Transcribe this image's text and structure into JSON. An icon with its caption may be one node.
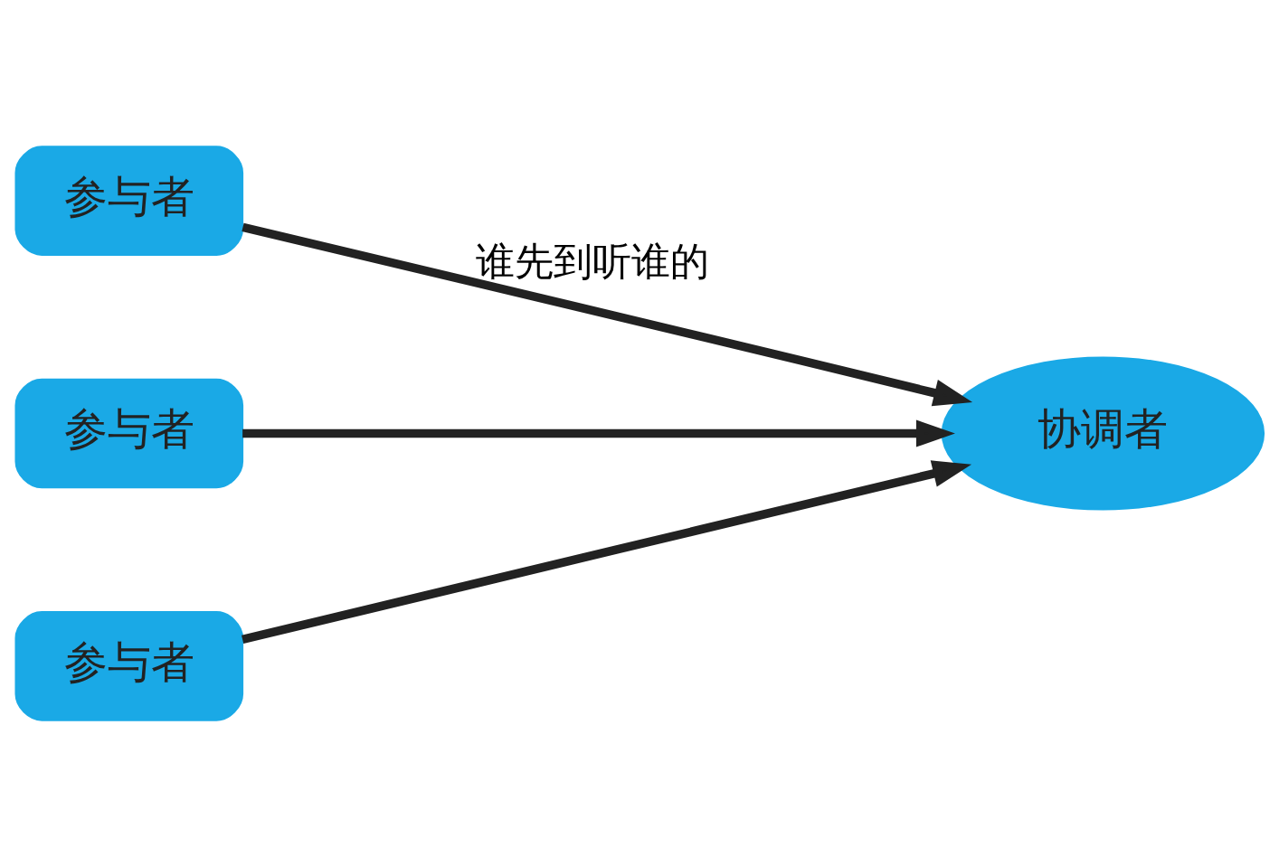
{
  "diagram": {
    "nodes": [
      {
        "text": [
          "参与者"
        ]
      },
      {
        "text": [
          "参与者"
        ]
      },
      {
        "text": [
          "参与者"
        ]
      },
      {
        "text": [
          "协调者"
        ]
      }
    ],
    "edges": [
      {
        "from": 0,
        "to": 3,
        "arrow": "to",
        "label": "谁先到听谁的"
      },
      {
        "from": 1,
        "to": 3,
        "arrow": "to"
      },
      {
        "from": 2,
        "to": 3,
        "arrow": "to"
      }
    ]
  }
}
